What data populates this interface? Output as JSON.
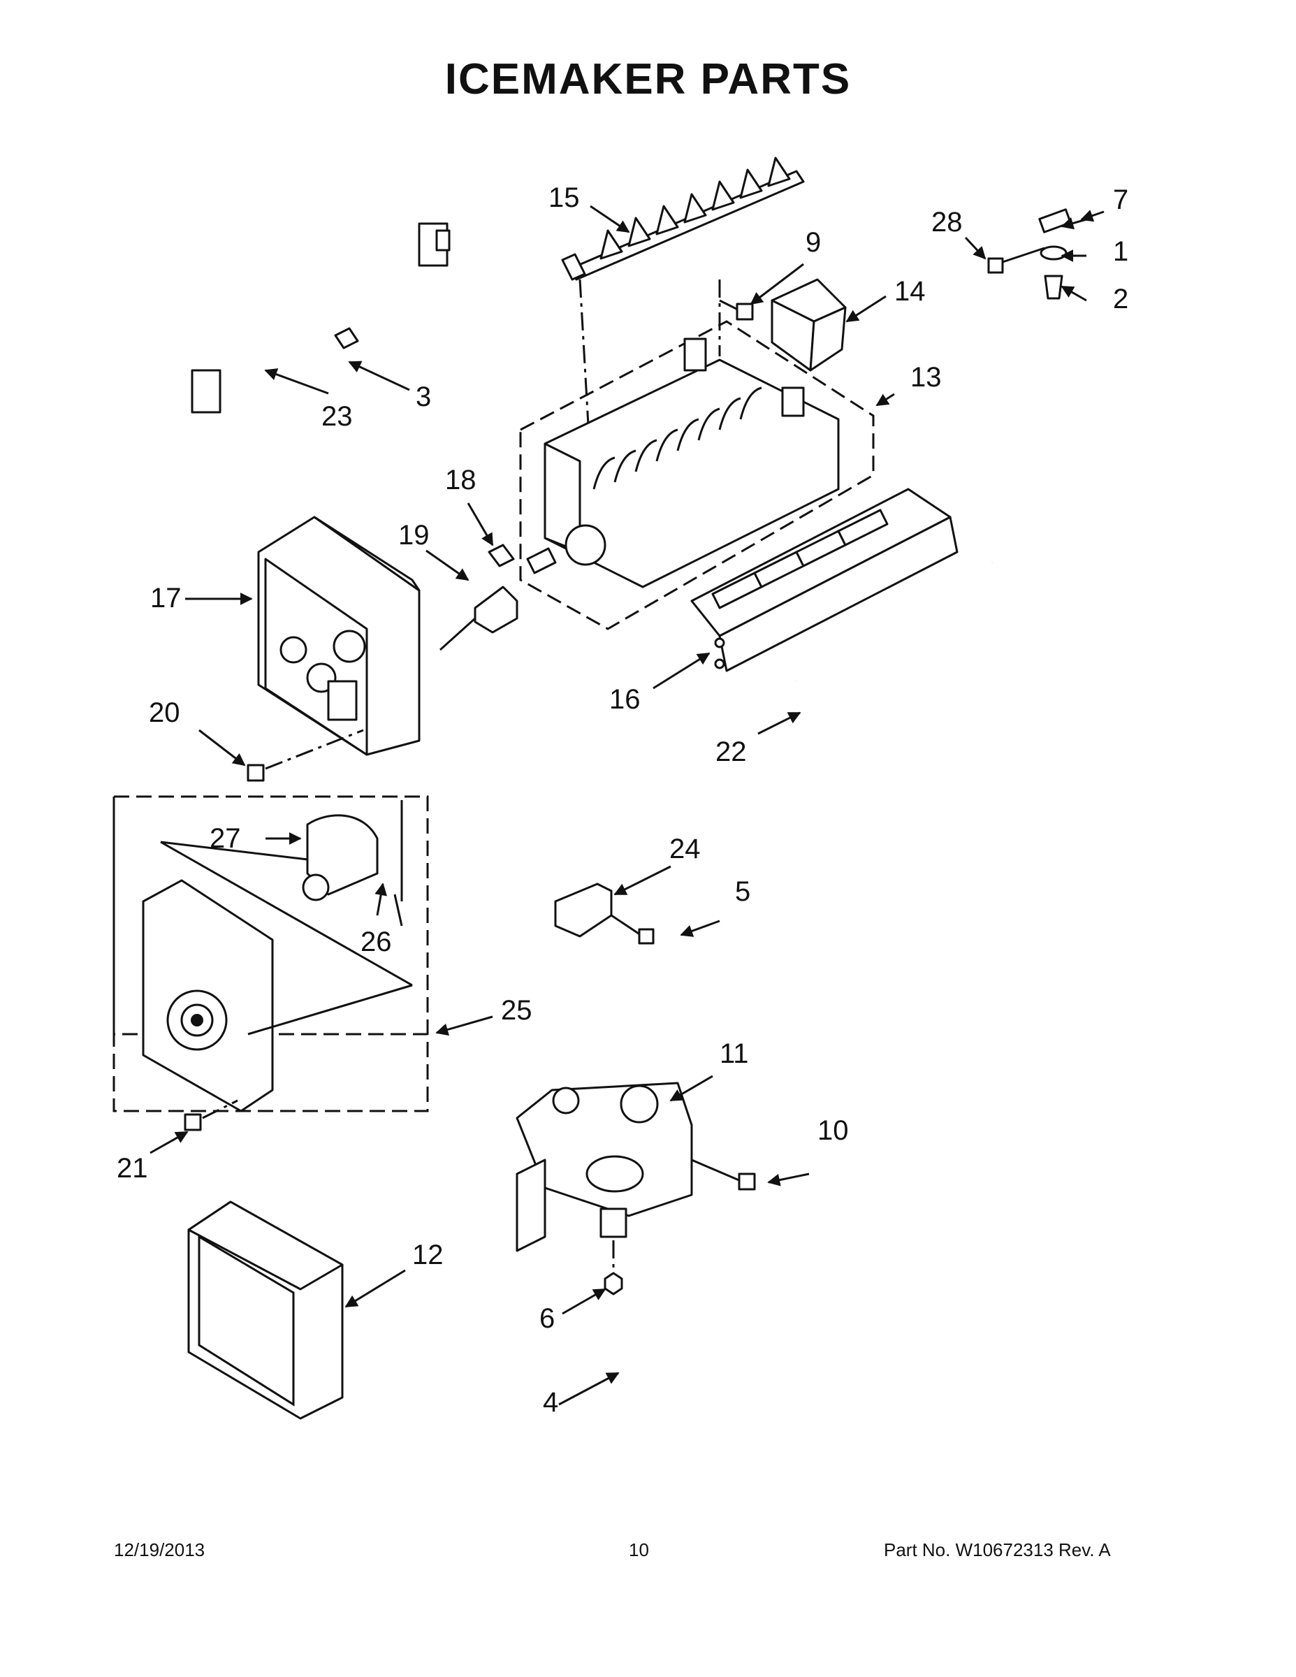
{
  "title": "ICEMAKER PARTS",
  "callouts": [
    "1",
    "2",
    "3",
    "4",
    "5",
    "6",
    "7",
    "9",
    "10",
    "11",
    "12",
    "13",
    "14",
    "15",
    "16",
    "17",
    "18",
    "19",
    "20",
    "21",
    "22",
    "23",
    "24",
    "25",
    "26",
    "27",
    "28"
  ],
  "footer": {
    "date": "12/19/2013",
    "page": "10",
    "part_no": "Part No.  W10672313  Rev.  A"
  }
}
